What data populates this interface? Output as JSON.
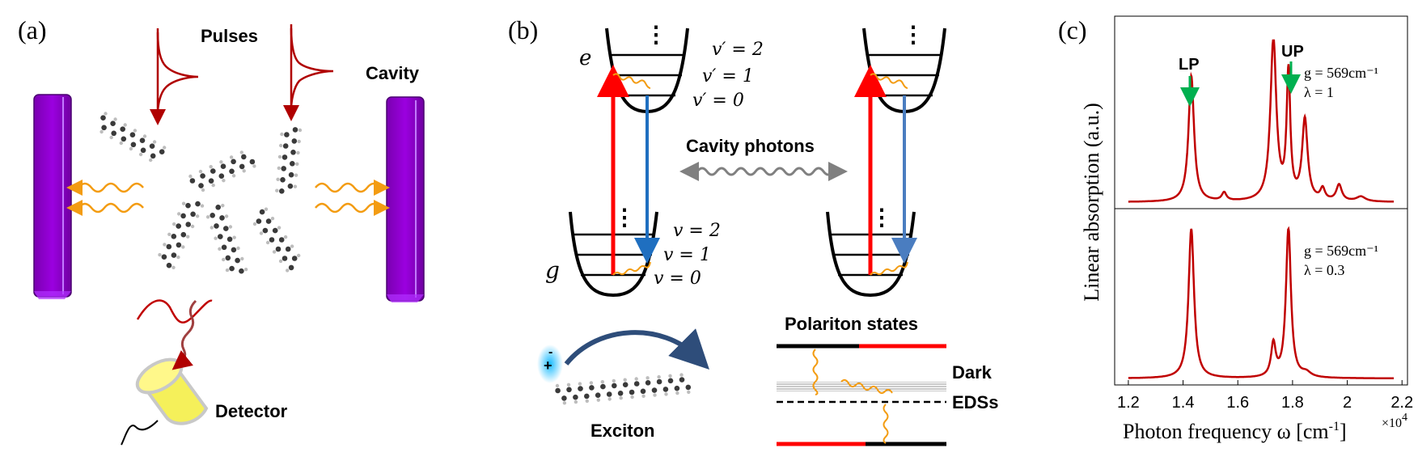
{
  "panel_a": {
    "label": "(a)",
    "pulses": "Pulses",
    "cavity": "Cavity",
    "detector": "Detector"
  },
  "panel_b": {
    "label": "(b)",
    "e_state": "e",
    "g_state": "g",
    "vp2": "v′ = 2",
    "vp1": "v′ = 1",
    "vp0": "v′ = 0",
    "v2": "v = 2",
    "v1": "v = 1",
    "v0": "v = 0",
    "cavity_photons": "Cavity photons",
    "polariton_states": "Polariton states",
    "dark": "Dark",
    "edss": "EDSs",
    "exciton": "Exciton",
    "vdots": "⋮"
  },
  "panel_c": {
    "label": "(c)",
    "ylabel": "Linear absorption (a.u.)",
    "xlabel": "Photon frequency ω [cm",
    "xlabel_sup": "-1",
    "xlabel_end": "]",
    "x_multiplier": "×10",
    "x_multiplier_exp": "4",
    "lp": "LP",
    "up": "UP",
    "top_g": "g = 569cm⁻¹",
    "top_lambda": "λ = 1",
    "bottom_g": "g = 569cm⁻¹",
    "bottom_lambda": "λ = 0.3",
    "x_ticks": [
      "1.2",
      "1.4",
      "1.6",
      "1.8",
      "2",
      "2.2"
    ],
    "colors": {
      "line": "#c00000",
      "arrow": "#00b050"
    }
  },
  "chart_data": {
    "type": "line",
    "xlabel": "Photon frequency ω [cm-1]×10^4",
    "ylabel": "Linear absorption (a.u.)",
    "xlim": [
      1.15,
      2.22
    ],
    "series": [
      {
        "name": "g = 569cm⁻¹, λ = 1",
        "peaks": [
          {
            "x": 1.43,
            "height": 0.78,
            "width": 0.012
          },
          {
            "x": 1.55,
            "height": 0.05,
            "width": 0.01
          },
          {
            "x": 1.73,
            "height": 1.0,
            "width": 0.013
          },
          {
            "x": 1.785,
            "height": 0.78,
            "width": 0.008
          },
          {
            "x": 1.845,
            "height": 0.5,
            "width": 0.012
          },
          {
            "x": 1.91,
            "height": 0.07,
            "width": 0.01
          },
          {
            "x": 1.97,
            "height": 0.1,
            "width": 0.012
          },
          {
            "x": 2.05,
            "height": 0.03,
            "width": 0.02
          }
        ]
      },
      {
        "name": "g = 569cm⁻¹, λ = 0.3",
        "peaks": [
          {
            "x": 1.43,
            "height": 1.0,
            "width": 0.012
          },
          {
            "x": 1.73,
            "height": 0.22,
            "width": 0.01
          },
          {
            "x": 1.785,
            "height": 1.0,
            "width": 0.011
          },
          {
            "x": 1.85,
            "height": 0.03,
            "width": 0.02
          }
        ]
      }
    ]
  }
}
